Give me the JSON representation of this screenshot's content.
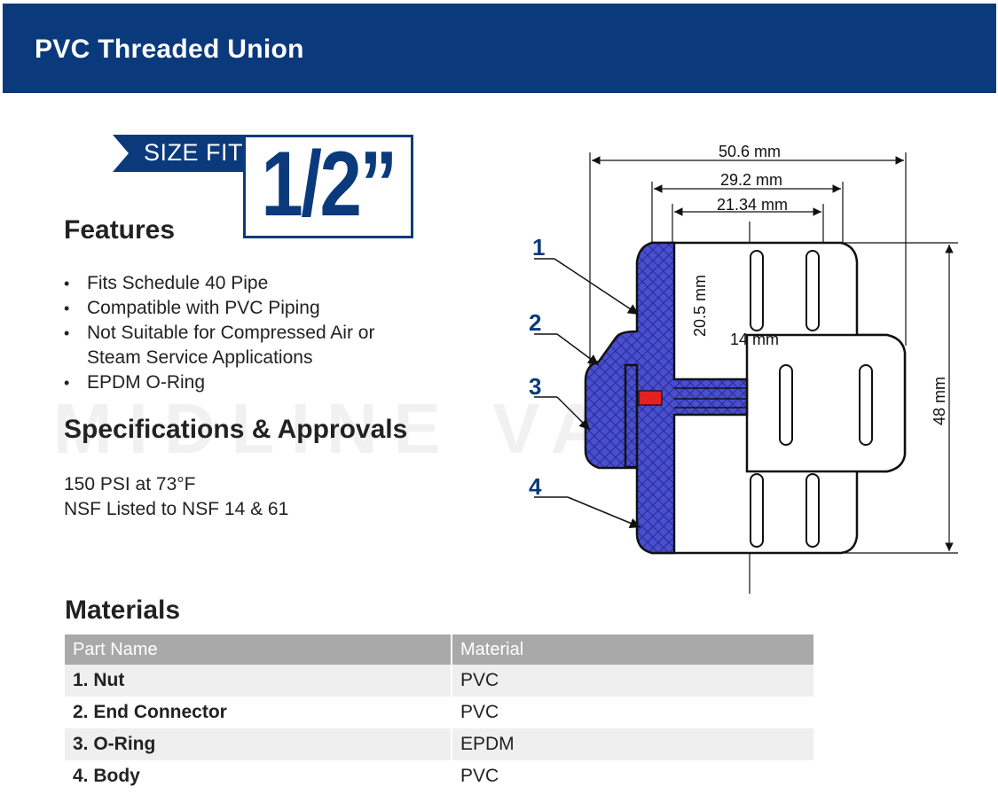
{
  "header": {
    "title": "PVC Threaded Union"
  },
  "size_fit": {
    "label": "SIZE FIT",
    "value": "1/2”"
  },
  "features": {
    "heading": "Features",
    "items": [
      "Fits Schedule 40 Pipe",
      "Compatible with PVC Piping",
      "Not Suitable for Compressed Air or",
      "Steam Service Applications",
      "EPDM O-Ring"
    ]
  },
  "specs": {
    "heading": "Specifications & Approvals",
    "lines": [
      "150 PSI at 73°F",
      "NSF Listed to NSF 14 & 61"
    ]
  },
  "diagram": {
    "dimensions": {
      "overall_length": "50.6 mm",
      "nut_length": "29.2 mm",
      "bore_length": "21.34 mm",
      "wall_depth": "20.5 mm",
      "engagement": "14 mm",
      "height": "48 mm"
    },
    "callouts": [
      "1",
      "2",
      "3",
      "4"
    ],
    "watermark": "MIDLINE VALVES"
  },
  "materials": {
    "heading": "Materials",
    "columns": [
      "Part Name",
      "Material"
    ],
    "rows": [
      {
        "part": "1. Nut",
        "material": "PVC"
      },
      {
        "part": "2. End Connector",
        "material": "PVC"
      },
      {
        "part": "3. O-Ring",
        "material": "EPDM"
      },
      {
        "part": "4. Body",
        "material": "PVC"
      }
    ]
  },
  "colors": {
    "brand_blue": "#0a3a7c",
    "cut_section": "#4a4fd0",
    "oring_red": "#e52020",
    "table_header": "#a9a9a9"
  }
}
